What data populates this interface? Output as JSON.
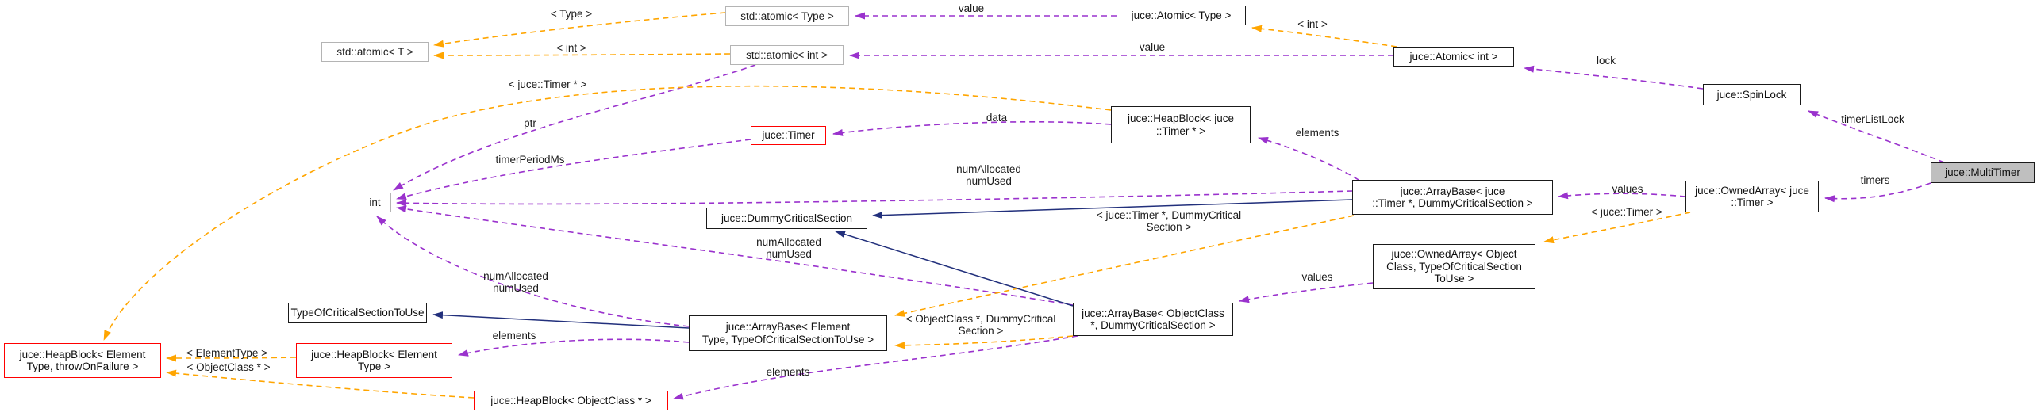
{
  "diagram": {
    "kind": "doxygen-collaboration-graph",
    "main_class": "juce::MultiTimer",
    "colors": {
      "usage_edge": "#9a32cd",
      "template_edge": "#ffa500",
      "inheritance_edge": "#22307c",
      "node_border": "#1a1a1a",
      "external_node_border": "#b4b4b4",
      "truncated_node_border": "#ff0000",
      "current_node_fill": "#bfbfbf",
      "background": "#ffffff"
    },
    "nodes": [
      {
        "id": "std-atomic-t",
        "label": "std::atomic< T >"
      },
      {
        "id": "std-atomic-type",
        "label": "std::atomic< Type >"
      },
      {
        "id": "std-atomic-int",
        "label": "std::atomic< int >"
      },
      {
        "id": "juce-atomic-type",
        "label": "juce::Atomic< Type >"
      },
      {
        "id": "juce-atomic-int",
        "label": "juce::Atomic< int >"
      },
      {
        "id": "juce-spinlock",
        "label": "juce::SpinLock"
      },
      {
        "id": "juce-multitimer",
        "label": "juce::MultiTimer"
      },
      {
        "id": "juce-timer",
        "label": "juce::Timer"
      },
      {
        "id": "juce-heapblock-timer",
        "label": "juce::HeapBlock< juce\n::Timer * >"
      },
      {
        "id": "juce-arraybase-timer",
        "label": "juce::ArrayBase< juce\n::Timer *, DummyCriticalSection >"
      },
      {
        "id": "juce-ownedarray-timer",
        "label": "juce::OwnedArray< juce\n::Timer >"
      },
      {
        "id": "juce-dummycriticalsection",
        "label": "juce::DummyCriticalSection"
      },
      {
        "id": "juce-ownedarray-objectclass",
        "label": "juce::OwnedArray< Object\nClass, TypeOfCriticalSection\nToUse >"
      },
      {
        "id": "juce-arraybase-objectclass",
        "label": "juce::ArrayBase< ObjectClass\n*, DummyCriticalSection >"
      },
      {
        "id": "typeofcriticalsectiontouse",
        "label": "TypeOfCriticalSectionToUse"
      },
      {
        "id": "juce-arraybase-element",
        "label": "juce::ArrayBase< Element\nType, TypeOfCriticalSectionToUse >"
      },
      {
        "id": "juce-heapblock-element-throw",
        "label": "juce::HeapBlock< Element\nType, throwOnFailure >"
      },
      {
        "id": "juce-heapblock-element",
        "label": "juce::HeapBlock< Element\nType >"
      },
      {
        "id": "juce-heapblock-objectclass",
        "label": "juce::HeapBlock< ObjectClass * >"
      },
      {
        "id": "int",
        "label": "int"
      }
    ],
    "edge_labels": [
      {
        "id": "tpl-type",
        "text": "< Type >"
      },
      {
        "id": "tpl-int-1",
        "text": "< int >"
      },
      {
        "id": "value-1",
        "text": "value"
      },
      {
        "id": "value-2",
        "text": "value"
      },
      {
        "id": "tpl-int-2",
        "text": "< int >"
      },
      {
        "id": "lock",
        "text": "lock"
      },
      {
        "id": "timerlistlock",
        "text": "timerListLock"
      },
      {
        "id": "tpl-juce-timer-ptr",
        "text": "< juce::Timer * >"
      },
      {
        "id": "ptr",
        "text": "ptr"
      },
      {
        "id": "timerperiodms",
        "text": "timerPeriodMs"
      },
      {
        "id": "data",
        "text": "data"
      },
      {
        "id": "elements-1",
        "text": "elements"
      },
      {
        "id": "numallocated-1",
        "text": "numAllocated\nnumUsed"
      },
      {
        "id": "values-1",
        "text": "values"
      },
      {
        "id": "tpl-juce-timer",
        "text": "< juce::Timer >"
      },
      {
        "id": "timers",
        "text": "timers"
      },
      {
        "id": "tpl-timer-dcs",
        "text": "< juce::Timer *, DummyCritical\nSection >"
      },
      {
        "id": "numallocated-2",
        "text": "numAllocated\nnumUsed"
      },
      {
        "id": "values-2",
        "text": "values"
      },
      {
        "id": "tpl-objectclass-dcs",
        "text": "< ObjectClass *, DummyCritical\nSection >"
      },
      {
        "id": "numallocated-3",
        "text": "numAllocated\nnumUsed"
      },
      {
        "id": "elements-2",
        "text": "elements"
      },
      {
        "id": "elements-3",
        "text": "elements"
      },
      {
        "id": "tpl-elementtype",
        "text": "< ElementType >"
      },
      {
        "id": "tpl-objectclass",
        "text": "< ObjectClass * >"
      }
    ],
    "edges": [
      {
        "from": "juce-atomic-type",
        "to": "std-atomic-type",
        "label": "value",
        "kind": "usage"
      },
      {
        "from": "juce-atomic-int",
        "to": "std-atomic-int",
        "label": "value",
        "kind": "usage"
      },
      {
        "from": "juce-spinlock",
        "to": "juce-atomic-int",
        "label": "lock",
        "kind": "usage"
      },
      {
        "from": "juce-multitimer",
        "to": "juce-spinlock",
        "label": "timerListLock",
        "kind": "usage"
      },
      {
        "from": "juce-heapblock-timer",
        "to": "juce-timer",
        "label": "data",
        "kind": "usage"
      },
      {
        "from": "juce-arraybase-timer",
        "to": "juce-heapblock-timer",
        "label": "elements",
        "kind": "usage"
      },
      {
        "from": "std-atomic-int",
        "to": "int",
        "label": "ptr",
        "kind": "usage"
      },
      {
        "from": "juce-timer",
        "to": "int",
        "label": "timerPeriodMs",
        "kind": "usage"
      },
      {
        "from": "juce-arraybase-timer",
        "to": "int",
        "label": "numAllocated numUsed",
        "kind": "usage"
      },
      {
        "from": "juce-arraybase-objectclass",
        "to": "int",
        "label": "numAllocated numUsed",
        "kind": "usage"
      },
      {
        "from": "juce-arraybase-element",
        "to": "int",
        "label": "numAllocated numUsed",
        "kind": "usage"
      },
      {
        "from": "juce-ownedarray-timer",
        "to": "juce-arraybase-timer",
        "label": "values",
        "kind": "usage"
      },
      {
        "from": "juce-multitimer",
        "to": "juce-ownedarray-timer",
        "label": "timers",
        "kind": "usage"
      },
      {
        "from": "juce-ownedarray-objectclass",
        "to": "juce-arraybase-objectclass",
        "label": "values",
        "kind": "usage"
      },
      {
        "from": "juce-arraybase-element",
        "to": "juce-heapblock-element",
        "label": "elements",
        "kind": "usage"
      },
      {
        "from": "juce-arraybase-objectclass",
        "to": "juce-heapblock-objectclass",
        "label": "elements",
        "kind": "usage"
      },
      {
        "from": "std-atomic-type",
        "to": "std-atomic-t",
        "label": "< Type >",
        "kind": "template"
      },
      {
        "from": "std-atomic-int",
        "to": "std-atomic-t",
        "label": "< int >",
        "kind": "template"
      },
      {
        "from": "juce-atomic-int",
        "to": "juce-atomic-type",
        "label": "< int >",
        "kind": "template"
      },
      {
        "from": "juce-heapblock-timer",
        "to": "juce-heapblock-element-throw",
        "label": "< juce::Timer * >",
        "kind": "template"
      },
      {
        "from": "juce-heapblock-element",
        "to": "juce-heapblock-element-throw",
        "label": "< ElementType >",
        "kind": "template"
      },
      {
        "from": "juce-heapblock-objectclass",
        "to": "juce-heapblock-element-throw",
        "label": "< ObjectClass * >",
        "kind": "template"
      },
      {
        "from": "juce-arraybase-timer",
        "to": "juce-arraybase-element",
        "label": "< juce::Timer *, DummyCritical Section >",
        "kind": "template"
      },
      {
        "from": "juce-arraybase-objectclass",
        "to": "juce-arraybase-element",
        "label": "< ObjectClass *, DummyCritical Section >",
        "kind": "template"
      },
      {
        "from": "juce-ownedarray-timer",
        "to": "juce-ownedarray-objectclass",
        "label": "< juce::Timer >",
        "kind": "template"
      },
      {
        "from": "juce-arraybase-timer",
        "to": "juce-dummycriticalsection",
        "kind": "inheritance"
      },
      {
        "from": "juce-arraybase-objectclass",
        "to": "juce-dummycriticalsection",
        "kind": "inheritance"
      },
      {
        "from": "juce-arraybase-element",
        "to": "typeofcriticalsectiontouse",
        "kind": "inheritance"
      }
    ]
  }
}
